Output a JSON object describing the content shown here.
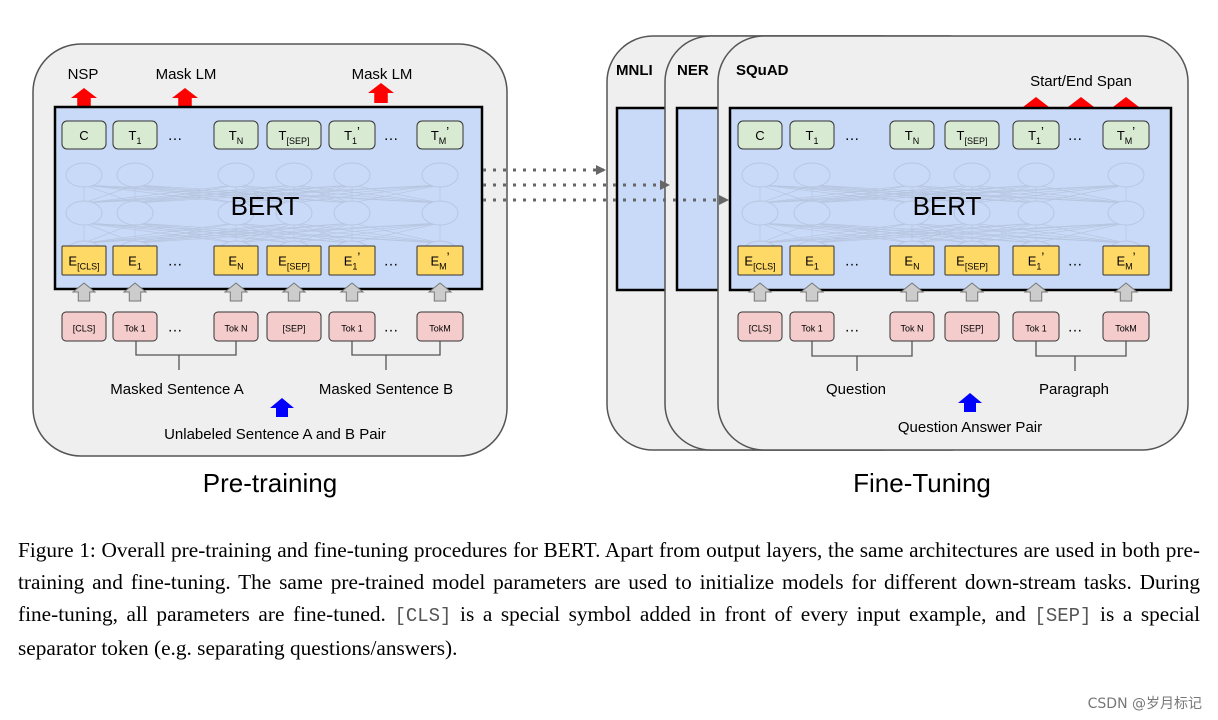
{
  "pretrain": {
    "caption": "Pre-training",
    "bert": "BERT",
    "heads": [
      "NSP",
      "Mask LM",
      "Mask LM"
    ],
    "outputs": [
      "C",
      "T",
      "…",
      "T",
      "T",
      "T",
      "…",
      "T"
    ],
    "output_subs": [
      "",
      "1",
      "",
      "N",
      "[SEP]",
      "1",
      "",
      "M"
    ],
    "output_primes": [
      "",
      "",
      "",
      "",
      "",
      "’",
      "",
      "’"
    ],
    "embeds": [
      "E",
      "E",
      "…",
      "E",
      "E",
      "E",
      "…",
      "E"
    ],
    "embed_subs": [
      "[CLS]",
      "1",
      "",
      "N",
      "[SEP]",
      "1",
      "",
      "M"
    ],
    "embed_primes": [
      "",
      "",
      "",
      "",
      "",
      "’",
      "",
      "’"
    ],
    "tokens": [
      "[CLS]",
      "Tok 1",
      "…",
      "Tok N",
      "[SEP]",
      "Tok 1",
      "…",
      "TokM"
    ],
    "sentence_a": "Masked Sentence A",
    "sentence_b": "Masked Sentence B",
    "pair": "Unlabeled Sentence A and B Pair"
  },
  "finetune": {
    "caption": "Fine-Tuning",
    "bert": "BERT",
    "tasks": [
      "MNLI",
      "NER",
      "SQuAD"
    ],
    "span": "Start/End Span",
    "outputs": [
      "C",
      "T",
      "…",
      "T",
      "T",
      "T",
      "…",
      "T"
    ],
    "output_subs": [
      "",
      "1",
      "",
      "N",
      "[SEP]",
      "1",
      "",
      "M"
    ],
    "output_primes": [
      "",
      "",
      "",
      "",
      "",
      "’",
      "",
      "’"
    ],
    "embeds": [
      "E",
      "E",
      "…",
      "E",
      "E",
      "E",
      "…",
      "E"
    ],
    "embed_subs": [
      "[CLS]",
      "1",
      "",
      "N",
      "[SEP]",
      "1",
      "",
      "M"
    ],
    "embed_primes": [
      "",
      "",
      "",
      "",
      "",
      "’",
      "",
      "’"
    ],
    "tokens": [
      "[CLS]",
      "Tok 1",
      "…",
      "Tok N",
      "[SEP]",
      "Tok 1",
      "…",
      "TokM"
    ],
    "segment_a": "Question",
    "segment_b": "Paragraph",
    "pair": "Question Answer Pair"
  },
  "caption": {
    "part1": "Figure 1: Overall pre-training and fine-tuning procedures for BERT. Apart from output layers, the same architectures are used in both pre-training and fine-tuning. The same pre-trained model parameters are used to initialize models for different down-stream tasks. During fine-tuning, all parameters are fine-tuned. ",
    "cls": "[CLS]",
    "part2": " is a special symbol added in front of every input example, and ",
    "sep": "[SEP]",
    "part3": " is a special separator token (e.g. separating questions/answers)."
  },
  "watermark": "CSDN @岁月标记",
  "colors": {
    "panel": "#efefef",
    "bert": "#c9daf8",
    "output_box": "#d9ead3",
    "embed_box": "#ffd966",
    "token_box": "#f4cccc",
    "red_arrow": "#ff0000",
    "blue_arrow": "#0000ff",
    "grey_arrow": "#cccccc"
  }
}
